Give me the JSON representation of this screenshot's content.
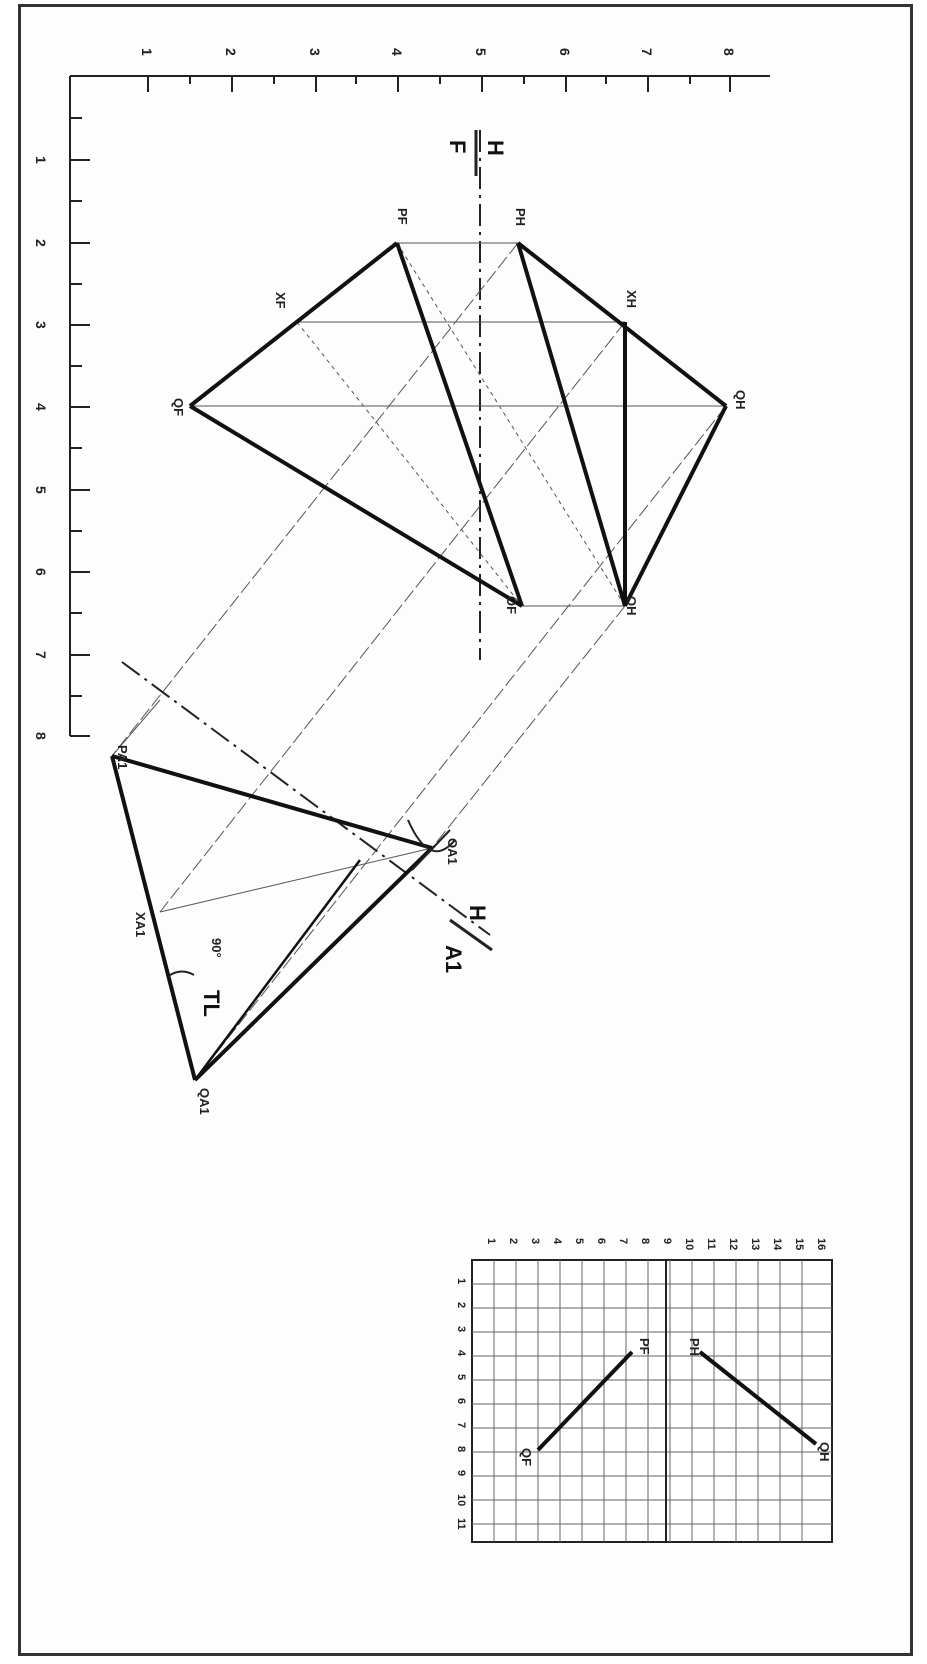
{
  "top_scale": [
    "1",
    "2",
    "3",
    "4",
    "5",
    "6",
    "7",
    "8"
  ],
  "left_scale": [
    "1",
    "2",
    "3",
    "4",
    "5",
    "6",
    "7",
    "8"
  ],
  "fold_line_hf": {
    "upper": "H",
    "lower": "F"
  },
  "fold_line_ha1": {
    "upper": "H",
    "lower": "A1"
  },
  "points": {
    "P_H": "PH",
    "Q_H": "QH",
    "O_H": "OH",
    "X_H": "XH",
    "P_F": "PF",
    "Q_F": "QF",
    "O_F": "OF",
    "X_F": "XF",
    "P_A1": "PA1",
    "Q_A1": "QA1",
    "O_A1": "OA1",
    "X_A1": "XA1"
  },
  "annotations": {
    "angle": "90°",
    "true_length": "TL"
  },
  "inset": {
    "col_labels": [
      "1",
      "2",
      "3",
      "4",
      "5",
      "6",
      "7",
      "8",
      "9",
      "10",
      "11",
      "12",
      "13",
      "14",
      "15",
      "16"
    ],
    "row_labels": [
      "1",
      "2",
      "3",
      "4",
      "5",
      "6",
      "7",
      "8",
      "9",
      "10",
      "11"
    ],
    "points": {
      "R_F": "PF",
      "Q_F": "QF",
      "P_H": "PH",
      "Q_H": "QH"
    }
  }
}
